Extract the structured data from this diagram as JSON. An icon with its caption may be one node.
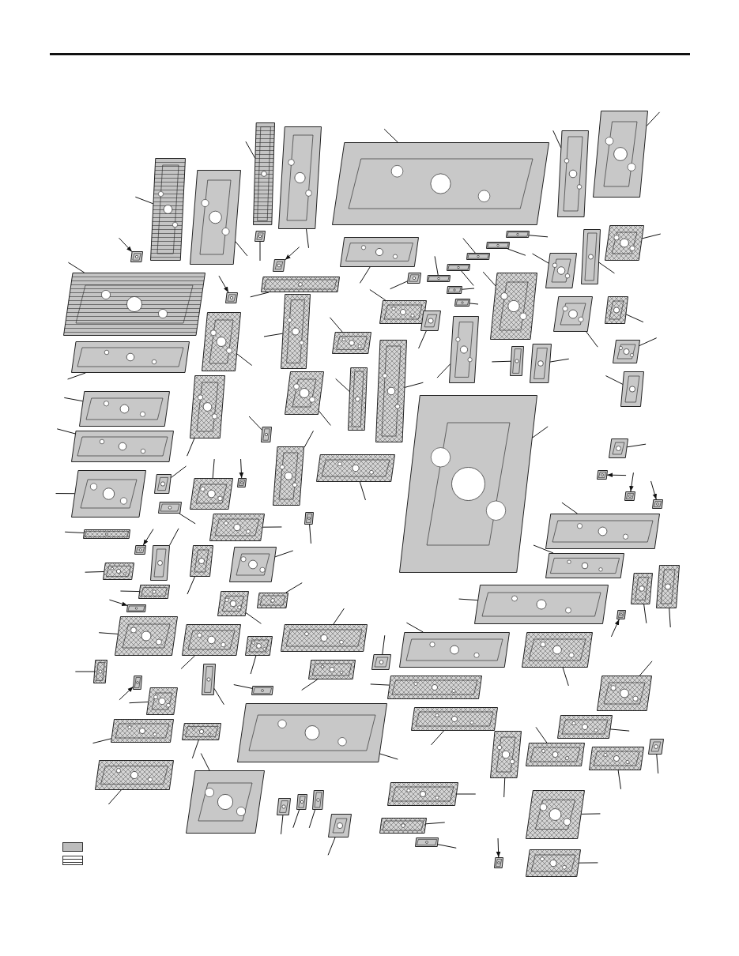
{
  "diagram": {
    "nodes": [
      {
        "text": [],
        "shape": "picture"
      },
      {
        "text": [],
        "shape": "picture"
      },
      {
        "text": [],
        "shape": "picture"
      },
      {
        "text": [],
        "shape": "picture"
      },
      {
        "text": [],
        "shape": "picture"
      },
      {
        "text": [],
        "shape": "picture"
      },
      {
        "text": [],
        "shape": "picture"
      },
      {
        "text": [],
        "shape": "picture"
      },
      {
        "text": [],
        "shape": "picture"
      },
      {
        "text": [],
        "shape": "picture"
      },
      {
        "text": [],
        "shape": "picture"
      },
      {
        "text": [],
        "shape": "picture"
      },
      {
        "text": [],
        "shape": "picture"
      },
      {
        "text": [],
        "shape": "picture"
      },
      {
        "text": [],
        "shape": "picture"
      },
      {
        "text": [],
        "shape": "picture"
      },
      {
        "text": [],
        "shape": "picture"
      },
      {
        "text": [],
        "shape": "picture"
      },
      {
        "text": [],
        "shape": "picture"
      },
      {
        "text": [],
        "shape": "picture"
      },
      {
        "text": [],
        "shape": "picture"
      },
      {
        "text": [],
        "shape": "picture"
      },
      {
        "text": [],
        "shape": "picture"
      },
      {
        "text": [],
        "shape": "picture"
      },
      {
        "text": [],
        "shape": "picture"
      },
      {
        "text": [],
        "shape": "picture"
      },
      {
        "text": [],
        "shape": "picture"
      },
      {
        "text": [],
        "shape": "picture"
      },
      {
        "text": [],
        "shape": "picture"
      },
      {
        "text": [],
        "shape": "picture"
      },
      {
        "text": [],
        "shape": "picture"
      },
      {
        "text": [],
        "shape": "picture"
      },
      {
        "text": [],
        "shape": "picture"
      },
      {
        "text": [],
        "shape": "picture"
      },
      {
        "text": [],
        "shape": "picture"
      },
      {
        "text": [],
        "shape": "picture"
      },
      {
        "text": [],
        "shape": "picture"
      },
      {
        "text": [],
        "shape": "picture"
      },
      {
        "text": [],
        "shape": "picture"
      },
      {
        "text": [],
        "shape": "picture"
      },
      {
        "text": [],
        "shape": "picture"
      },
      {
        "text": [],
        "shape": "picture"
      },
      {
        "text": [],
        "shape": "picture"
      },
      {
        "text": [],
        "shape": "picture"
      },
      {
        "text": [],
        "shape": "picture"
      },
      {
        "text": [],
        "shape": "picture"
      },
      {
        "text": [],
        "shape": "picture"
      },
      {
        "text": [],
        "shape": "picture"
      },
      {
        "text": [],
        "shape": "picture"
      },
      {
        "text": [],
        "shape": "picture"
      },
      {
        "text": [],
        "shape": "picture"
      },
      {
        "text": [],
        "shape": "picture"
      },
      {
        "text": [],
        "shape": "picture"
      },
      {
        "text": [],
        "shape": "picture"
      },
      {
        "text": [],
        "shape": "picture"
      },
      {
        "text": [],
        "shape": "picture"
      },
      {
        "text": [],
        "shape": "picture"
      },
      {
        "text": [],
        "shape": "picture"
      },
      {
        "text": [],
        "shape": "picture"
      },
      {
        "text": [],
        "shape": "picture"
      },
      {
        "text": [],
        "shape": "picture"
      },
      {
        "text": [],
        "shape": "picture"
      },
      {
        "text": [],
        "shape": "picture"
      },
      {
        "text": [],
        "shape": "picture"
      },
      {
        "text": [],
        "shape": "picture"
      },
      {
        "text": [],
        "shape": "picture"
      },
      {
        "text": [],
        "shape": "picture"
      },
      {
        "text": [],
        "shape": "picture"
      },
      {
        "text": [],
        "shape": "picture"
      },
      {
        "text": [],
        "shape": "picture"
      },
      {
        "text": [],
        "shape": "picture"
      },
      {
        "text": [],
        "shape": "picture"
      },
      {
        "text": [],
        "shape": "picture"
      },
      {
        "text": [],
        "shape": "picture"
      },
      {
        "text": [],
        "shape": "picture"
      },
      {
        "text": [],
        "shape": "picture"
      },
      {
        "text": [],
        "shape": "picture"
      },
      {
        "text": [],
        "shape": "picture"
      },
      {
        "text": [],
        "shape": "picture"
      },
      {
        "text": [],
        "shape": "picture"
      },
      {
        "text": [],
        "shape": "picture"
      },
      {
        "text": [],
        "shape": "picture"
      },
      {
        "text": [],
        "shape": "picture"
      },
      {
        "text": [],
        "shape": "picture"
      },
      {
        "text": [],
        "shape": "picture"
      },
      {
        "text": [],
        "shape": "picture"
      },
      {
        "text": [],
        "shape": "picture"
      },
      {
        "text": [],
        "shape": "picture"
      },
      {
        "text": [],
        "shape": "picture"
      },
      {
        "text": [],
        "shape": "picture"
      },
      {
        "text": [],
        "shape": "picture"
      },
      {
        "text": [],
        "shape": "picture"
      },
      {
        "text": [],
        "shape": "picture"
      },
      {
        "text": [],
        "shape": "picture"
      },
      {
        "text": [],
        "shape": "picture"
      },
      {
        "text": [],
        "shape": "picture"
      },
      {
        "text": [],
        "shape": "picture"
      },
      {
        "text": [],
        "shape": "picture"
      },
      {
        "text": [],
        "shape": "picture"
      },
      {
        "text": [],
        "shape": "picture"
      },
      {
        "text": [],
        "shape": "picture"
      },
      {
        "text": [],
        "shape": "picture"
      },
      {
        "text": [],
        "shape": "picture"
      },
      {
        "text": [],
        "shape": "picture"
      },
      {
        "text": [],
        "shape": "picture"
      },
      {
        "text": [],
        "shape": "picture"
      },
      {
        "text": [],
        "shape": "picture"
      },
      {
        "text": [],
        "shape": "picture"
      },
      {
        "text": [],
        "shape": "picture"
      },
      {
        "text": [],
        "shape": "picture"
      },
      {
        "text": [],
        "shape": "picture"
      },
      {
        "text": [],
        "shape": "picture"
      }
    ],
    "edges": [
      {
        "from": null,
        "to": 0,
        "arrow": "to"
      },
      {
        "from": null,
        "to": 1,
        "arrow": "none"
      },
      {
        "from": null,
        "to": 2,
        "arrow": "none"
      },
      {
        "from": null,
        "to": 3,
        "arrow": "none"
      },
      {
        "from": null,
        "to": 4,
        "arrow": "none"
      },
      {
        "from": null,
        "to": 5,
        "arrow": "none"
      },
      {
        "from": null,
        "to": 6,
        "arrow": "none"
      },
      {
        "from": null,
        "to": 7,
        "arrow": "none"
      },
      {
        "from": null,
        "to": 8,
        "arrow": "to"
      },
      {
        "from": null,
        "to": 9,
        "arrow": "to"
      },
      {
        "from": null,
        "to": 10,
        "arrow": "none"
      },
      {
        "from": null,
        "to": 11,
        "arrow": "none"
      },
      {
        "from": null,
        "to": 12,
        "arrow": "none"
      },
      {
        "from": null,
        "to": 13,
        "arrow": "none"
      },
      {
        "from": null,
        "to": 14,
        "arrow": "none"
      },
      {
        "from": null,
        "to": 15,
        "arrow": "none"
      },
      {
        "from": null,
        "to": 16,
        "arrow": "none"
      },
      {
        "from": null,
        "to": 17,
        "arrow": "none"
      },
      {
        "from": null,
        "to": 18,
        "arrow": "none"
      },
      {
        "from": null,
        "to": 19,
        "arrow": "none"
      },
      {
        "from": null,
        "to": 20,
        "arrow": "none"
      },
      {
        "from": null,
        "to": 21,
        "arrow": "none"
      },
      {
        "from": null,
        "to": 22,
        "arrow": "none"
      },
      {
        "from": null,
        "to": 23,
        "arrow": "none"
      },
      {
        "from": null,
        "to": 24,
        "arrow": "none"
      },
      {
        "from": null,
        "to": 25,
        "arrow": "none"
      },
      {
        "from": null,
        "to": 26,
        "arrow": "none"
      },
      {
        "from": null,
        "to": 27,
        "arrow": "none"
      },
      {
        "from": null,
        "to": 28,
        "arrow": "none"
      },
      {
        "from": null,
        "to": 29,
        "arrow": "none"
      },
      {
        "from": null,
        "to": 30,
        "arrow": "none"
      },
      {
        "from": null,
        "to": 31,
        "arrow": "none"
      },
      {
        "from": null,
        "to": 32,
        "arrow": "none"
      },
      {
        "from": null,
        "to": 33,
        "arrow": "none"
      },
      {
        "from": null,
        "to": 34,
        "arrow": "none"
      },
      {
        "from": null,
        "to": 35,
        "arrow": "none"
      },
      {
        "from": null,
        "to": 36,
        "arrow": "none"
      },
      {
        "from": null,
        "to": 37,
        "arrow": "none"
      },
      {
        "from": null,
        "to": 38,
        "arrow": "none"
      },
      {
        "from": null,
        "to": 39,
        "arrow": "none"
      },
      {
        "from": null,
        "to": 40,
        "arrow": "none"
      },
      {
        "from": null,
        "to": 41,
        "arrow": "none"
      },
      {
        "from": null,
        "to": 42,
        "arrow": "none"
      },
      {
        "from": null,
        "to": 43,
        "arrow": "none"
      },
      {
        "from": null,
        "to": 44,
        "arrow": "none"
      },
      {
        "from": null,
        "to": 45,
        "arrow": "none"
      },
      {
        "from": null,
        "to": 46,
        "arrow": "none"
      },
      {
        "from": null,
        "to": 47,
        "arrow": "none"
      },
      {
        "from": null,
        "to": 48,
        "arrow": "to"
      },
      {
        "from": null,
        "to": 49,
        "arrow": "to"
      },
      {
        "from": null,
        "to": 50,
        "arrow": "to"
      },
      {
        "from": null,
        "to": 51,
        "arrow": "none"
      },
      {
        "from": null,
        "to": 52,
        "arrow": "none"
      },
      {
        "from": null,
        "to": 53,
        "arrow": "none"
      },
      {
        "from": null,
        "to": 54,
        "arrow": "none"
      },
      {
        "from": null,
        "to": 55,
        "arrow": "none"
      },
      {
        "from": null,
        "to": 56,
        "arrow": "none"
      },
      {
        "from": null,
        "to": 57,
        "arrow": "to"
      },
      {
        "from": null,
        "to": 58,
        "arrow": "none"
      },
      {
        "from": null,
        "to": 59,
        "arrow": "none"
      },
      {
        "from": null,
        "to": 60,
        "arrow": "none"
      },
      {
        "from": null,
        "to": 61,
        "arrow": "none"
      },
      {
        "from": null,
        "to": 62,
        "arrow": "none"
      },
      {
        "from": null,
        "to": 63,
        "arrow": "none"
      },
      {
        "from": null,
        "to": 64,
        "arrow": "none"
      },
      {
        "from": null,
        "to": 65,
        "arrow": "none"
      },
      {
        "from": null,
        "to": 66,
        "arrow": "none"
      },
      {
        "from": null,
        "to": 67,
        "arrow": "to"
      },
      {
        "from": null,
        "to": 68,
        "arrow": "none"
      },
      {
        "from": null,
        "to": 69,
        "arrow": "none"
      },
      {
        "from": null,
        "to": 70,
        "arrow": "none"
      },
      {
        "from": null,
        "to": 71,
        "arrow": "none"
      },
      {
        "from": null,
        "to": 72,
        "arrow": "none"
      },
      {
        "from": null,
        "to": 73,
        "arrow": "none"
      },
      {
        "from": null,
        "to": 74,
        "arrow": "none"
      },
      {
        "from": null,
        "to": 75,
        "arrow": "none"
      },
      {
        "from": null,
        "to": 76,
        "arrow": "none"
      },
      {
        "from": null,
        "to": 77,
        "arrow": "none"
      },
      {
        "from": null,
        "to": 78,
        "arrow": "none"
      },
      {
        "from": null,
        "to": 79,
        "arrow": "none"
      },
      {
        "from": null,
        "to": 80,
        "arrow": "to"
      },
      {
        "from": null,
        "to": 81,
        "arrow": "none"
      },
      {
        "from": null,
        "to": 82,
        "arrow": "none"
      },
      {
        "from": null,
        "to": 83,
        "arrow": "none"
      },
      {
        "from": null,
        "to": 84,
        "arrow": "to"
      },
      {
        "from": null,
        "to": 85,
        "arrow": "none"
      },
      {
        "from": null,
        "to": 86,
        "arrow": "none"
      },
      {
        "from": null,
        "to": 87,
        "arrow": "to"
      },
      {
        "from": null,
        "to": 88,
        "arrow": "none"
      },
      {
        "from": null,
        "to": 89,
        "arrow": "none"
      },
      {
        "from": null,
        "to": 90,
        "arrow": "none"
      },
      {
        "from": null,
        "to": 91,
        "arrow": "none"
      },
      {
        "from": null,
        "to": 92,
        "arrow": "none"
      },
      {
        "from": null,
        "to": 93,
        "arrow": "none"
      },
      {
        "from": null,
        "to": 94,
        "arrow": "none"
      },
      {
        "from": null,
        "to": 95,
        "arrow": "none"
      },
      {
        "from": null,
        "to": 96,
        "arrow": "none"
      },
      {
        "from": null,
        "to": 97,
        "arrow": "none"
      },
      {
        "from": null,
        "to": 98,
        "arrow": "none"
      },
      {
        "from": null,
        "to": 99,
        "arrow": "none"
      },
      {
        "from": null,
        "to": 100,
        "arrow": "none"
      },
      {
        "from": null,
        "to": 101,
        "arrow": "to"
      },
      {
        "from": null,
        "to": 102,
        "arrow": "none"
      },
      {
        "from": null,
        "to": 103,
        "arrow": "none"
      },
      {
        "from": null,
        "to": 104,
        "arrow": "none"
      },
      {
        "from": null,
        "to": 105,
        "arrow": "none"
      },
      {
        "from": null,
        "to": 106,
        "arrow": "none"
      },
      {
        "from": null,
        "to": 107,
        "arrow": "none"
      },
      {
        "from": null,
        "to": 108,
        "arrow": "none"
      },
      {
        "from": null,
        "to": 109,
        "arrow": "none"
      },
      {
        "from": null,
        "to": 110,
        "arrow": "none"
      },
      {
        "from": null,
        "to": 111,
        "arrow": "none"
      }
    ]
  }
}
